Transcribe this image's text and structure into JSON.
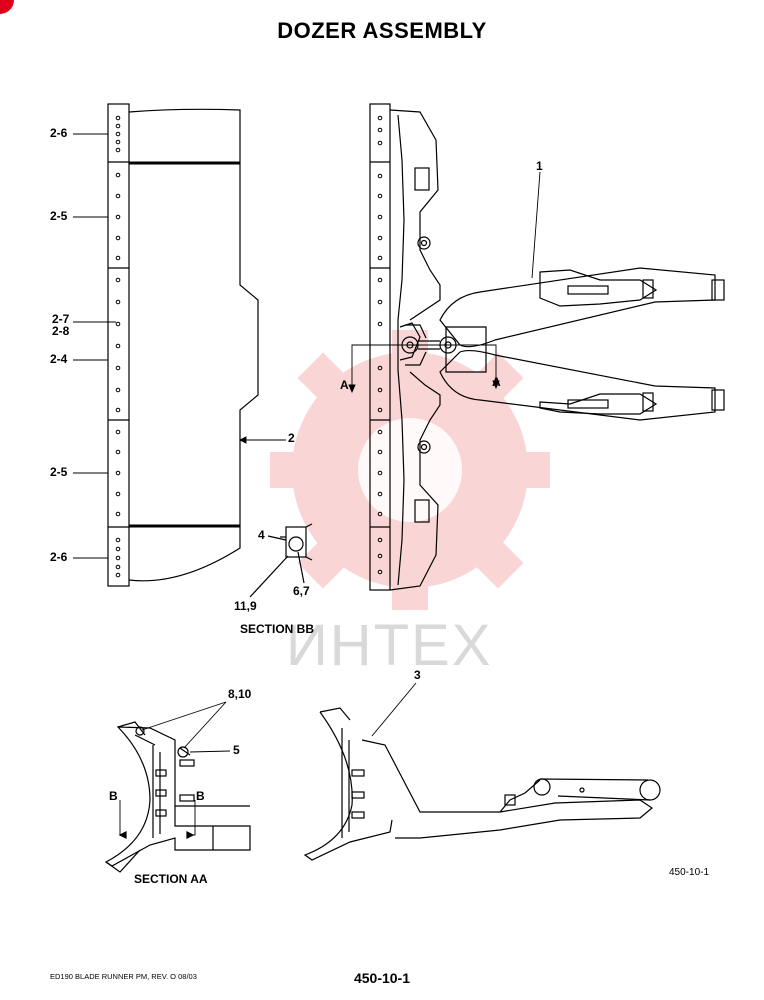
{
  "title": "DOZER ASSEMBLY",
  "labels": {
    "l_2_6_top": "2-6",
    "l_2_5_top": "2-5",
    "l_2_7": "2-7",
    "l_2_8": "2-8",
    "l_2_4": "2-4",
    "l_2": "2",
    "l_2_5_bot": "2-5",
    "l_2_6_bot": "2-6",
    "l_1": "1",
    "l_A_left": "A",
    "l_A_right": "A",
    "l_4": "4",
    "l_11_9": "11,9",
    "l_6_7": "6,7",
    "l_8_10": "8,10",
    "l_5": "5",
    "l_B_left": "B",
    "l_B_right": "B",
    "l_3": "3"
  },
  "captions": {
    "section_bb": "SECTION BB",
    "section_aa": "SECTION AA"
  },
  "figure_ref": "450-10-1",
  "watermark": "ИНТЕХ",
  "footer": {
    "left": "ED190 BLADE RUNNER PM, REV. O 08/03",
    "page": "450-10-1"
  },
  "colors": {
    "line": "#000000",
    "watermark": "#f4a6a6",
    "watermark_text": "#d9d9d9",
    "corner": "#e0001b"
  }
}
